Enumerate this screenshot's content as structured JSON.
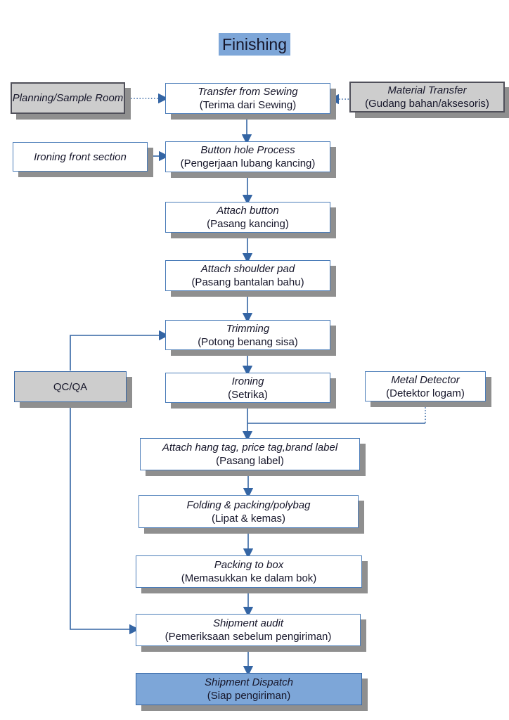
{
  "title": "Finishing",
  "colors": {
    "accent_blue": "#3465a4",
    "highlight_blue": "#7da6d8",
    "box_gray": "#cdcdcd",
    "box_border_dark": "#50505a",
    "box_border_blue": "#4a7cb8",
    "shadow_gray": "#8f8f8f",
    "text_dark": "#16162a"
  },
  "nodes": {
    "planning": {
      "en": "Planning/Sample Room"
    },
    "transfer": {
      "en": "Transfer from Sewing",
      "id": "(Terima dari Sewing)"
    },
    "material": {
      "en": "Material Transfer",
      "id": "(Gudang bahan/aksesoris)"
    },
    "ironing_front": {
      "en": "Ironing front section"
    },
    "buttonhole": {
      "en": "Button hole Process",
      "id": "(Pengerjaan lubang kancing)"
    },
    "attach_button": {
      "en": "Attach button",
      "id": "(Pasang kancing)"
    },
    "shoulder_pad": {
      "en": "Attach shoulder pad",
      "id": "(Pasang bantalan bahu)"
    },
    "trimming": {
      "en": "Trimming",
      "id": "(Potong benang sisa)"
    },
    "ironing": {
      "en": "Ironing",
      "id": "(Setrika)"
    },
    "qcqa": {
      "label": "QC/QA"
    },
    "metal_detector": {
      "en": "Metal Detector",
      "id": "(Detektor logam)"
    },
    "hang_tag": {
      "en": "Attach hang tag, price tag,brand label",
      "id": "(Pasang label)"
    },
    "folding": {
      "en": "Folding & packing/polybag",
      "id": "(Lipat & kemas)"
    },
    "packing": {
      "en": "Packing to box",
      "id": "(Memasukkan ke dalam bok)"
    },
    "shipment_audit": {
      "en": "Shipment audit",
      "id": "(Pemeriksaan sebelum pengiriman)"
    },
    "shipment_dispatch": {
      "en": "Shipment Dispatch",
      "id": "(Siap pengiriman)"
    }
  }
}
